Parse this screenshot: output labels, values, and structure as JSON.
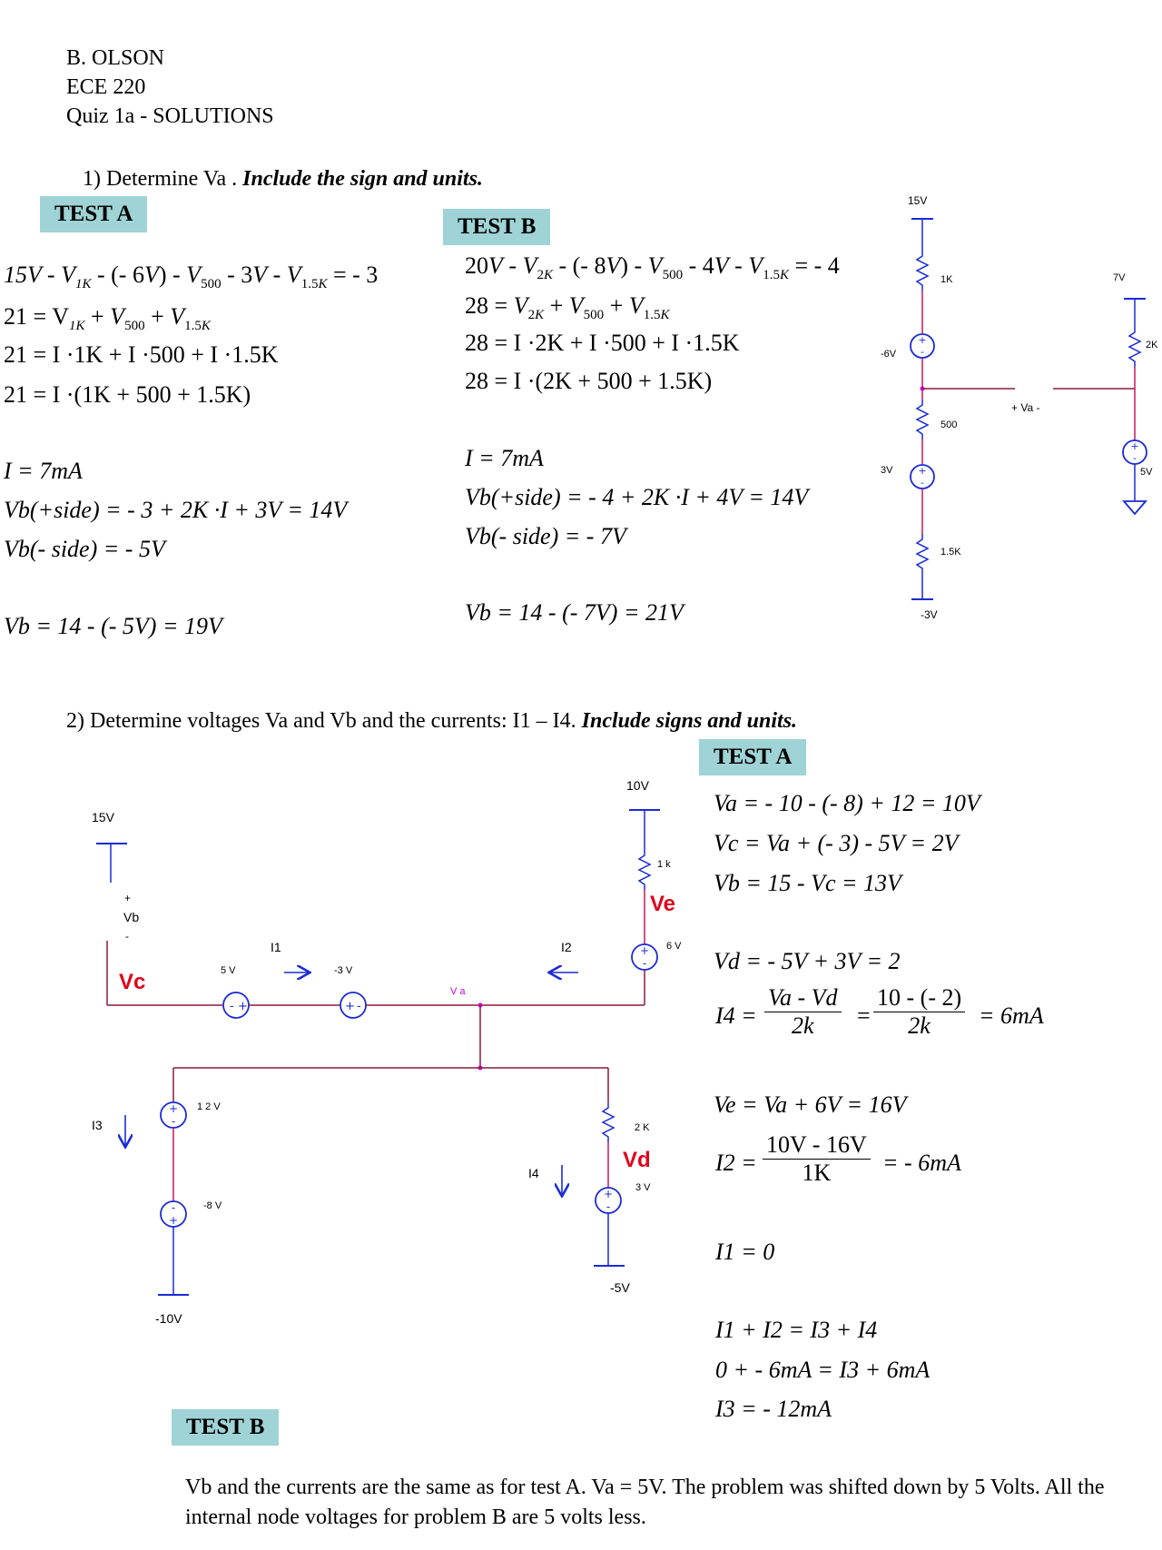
{
  "header": {
    "author": "B. OLSON",
    "course": "ECE 220",
    "title": "Quiz 1a - SOLUTIONS"
  },
  "q1": {
    "prompt": "1) Determine Va .",
    "emphasis": "Include the sign and units.",
    "test_a": {
      "tag": "TEST A",
      "lines": [
        "15V - V",
        "21 = V",
        "21 = I ·1K + I ·500 + I ·1.5K",
        "21 = I ·(1K + 500 + 1.5K)",
        "I = 7mA",
        "Vb(+side) = - 3 + 2K ·I + 3V = 14V",
        "Vb(- side) = - 5V",
        "Vb = 14 - (- 5V) = 19V"
      ]
    },
    "test_b": {
      "tag": "TEST B",
      "lines": [
        "28 = I ·2K + I ·500 + I ·1.5K",
        "28 = I ·(2K + 500 + 1.5K)",
        "I = 7mA",
        "Vb(+side) = - 4 + 2K ·I + 4V = 14V",
        "Vb(- side) = - 7V",
        "Vb = 14 - (- 7V) = 21V"
      ]
    },
    "circuit": {
      "top_supply": "15V",
      "r1": "1K",
      "src1": "-6V",
      "r2": "500",
      "src2": "3V",
      "r3": "1.5K",
      "bottom": "-3V",
      "va": "+ Va -",
      "right_supply": "7V",
      "r4": "2K",
      "src3": "5V"
    }
  },
  "q2": {
    "prompt": "2) Determine voltages Va and Vb and the currents: I1 – I4.",
    "emphasis": "Include signs and units.",
    "test_a": {
      "tag": "TEST A",
      "lines": [
        "Va = - 10 - (- 8) + 12 = 10V",
        "Vc = Va + (- 3) - 5V = 2V",
        "Vb = 15 - Vc = 13V",
        "Vd = - 5V + 3V = 2",
        "I4 =",
        "Va - Vd",
        "2k",
        "=",
        "10 - (- 2)",
        "2k",
        "= 6mA",
        "Ve = Va + 6V = 16V",
        "I2 =",
        "10V - 16V",
        "1K",
        "= - 6mA",
        "I1 = 0",
        "I1 + I2 = I3 + I4",
        "0 + - 6mA = I3 + 6mA",
        "I3 = - 12mA"
      ]
    },
    "circuit": {
      "left_supply": "15V",
      "vb_plus": "+",
      "vb": "Vb",
      "vb_minus": "-",
      "vc": "Vc",
      "src_5v": "5 V",
      "i1": "I1",
      "src_m3v": "-3 V",
      "va": "V a",
      "i2": "I2",
      "top_right_supply": "10V",
      "r_1k": "1 k",
      "ve": "Ve",
      "src_6v": "6 V",
      "i3": "I3",
      "src_12v": "1 2 V",
      "src_m8v": "-8 V",
      "bottom_left": "-10V",
      "r_2k": "2 K",
      "vd": "Vd",
      "i4": "I4",
      "src_3v": "3 V",
      "bottom_right": "-5V"
    },
    "test_b": {
      "tag": "TEST B",
      "text": "Vb and the currents are the same as for test A.  Va = 5V.  The problem was shifted down by 5 Volts.  All the internal node voltages for problem B are 5 volts less."
    }
  },
  "colors": {
    "tag_bg": "#9fd3d6",
    "wire": "#8b1a3a",
    "component": "#1a2bd6",
    "node_label": "#e0001b"
  }
}
